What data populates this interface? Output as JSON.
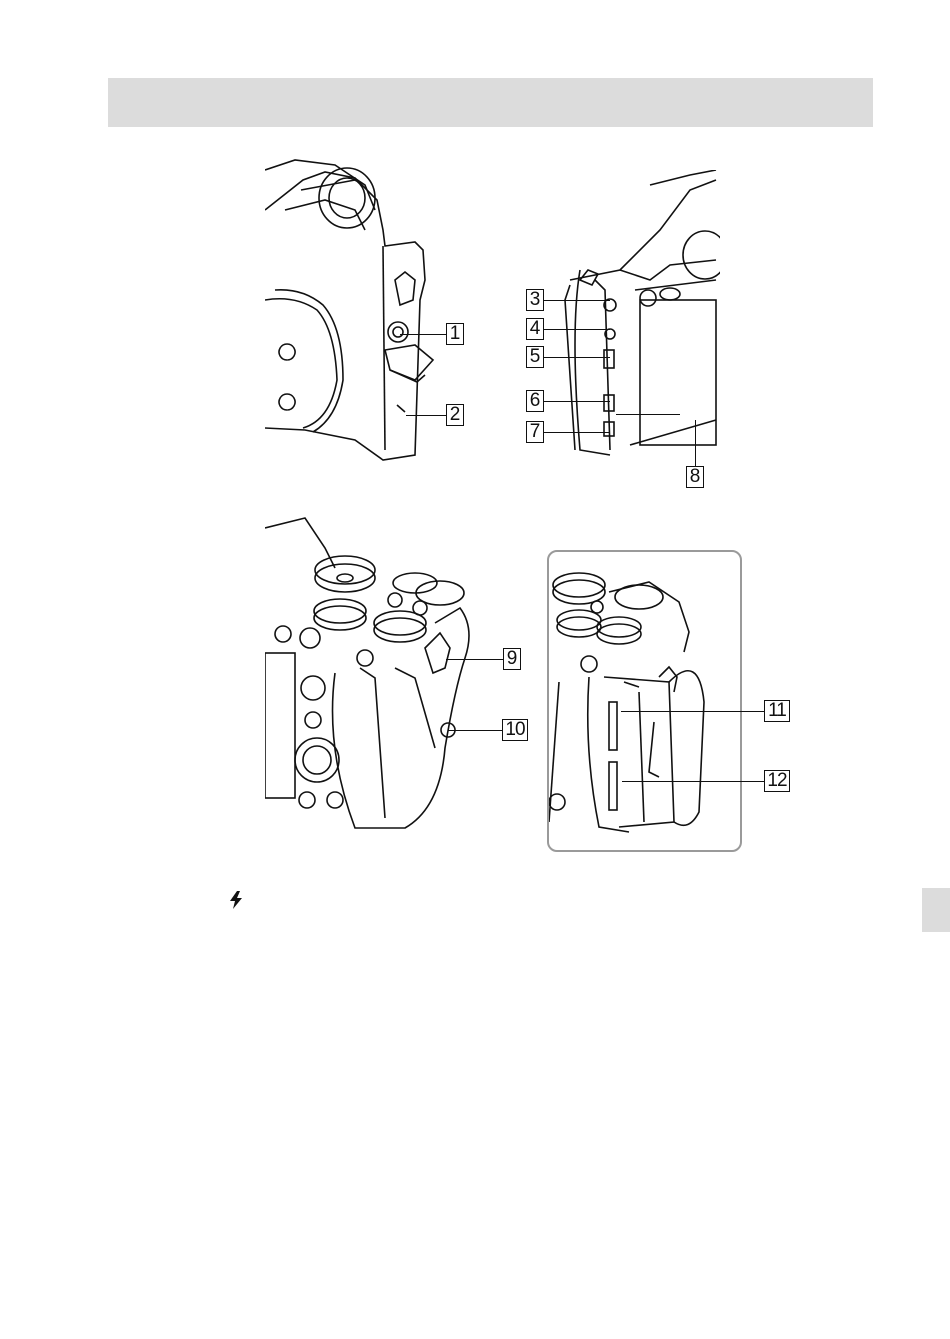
{
  "callouts": {
    "c1": "1",
    "c2": "2",
    "c3": "3",
    "c4": "4",
    "c5": "5",
    "c6": "6",
    "c7": "7",
    "c8": "8",
    "c9": "9",
    "c10": "10",
    "c11": "11",
    "c12": "12"
  },
  "icons": {
    "flash": "flash-icon"
  },
  "colors": {
    "header_band": "#dcdcdc",
    "detail_frame": "#9a9a9a",
    "line_art": "#111111"
  }
}
